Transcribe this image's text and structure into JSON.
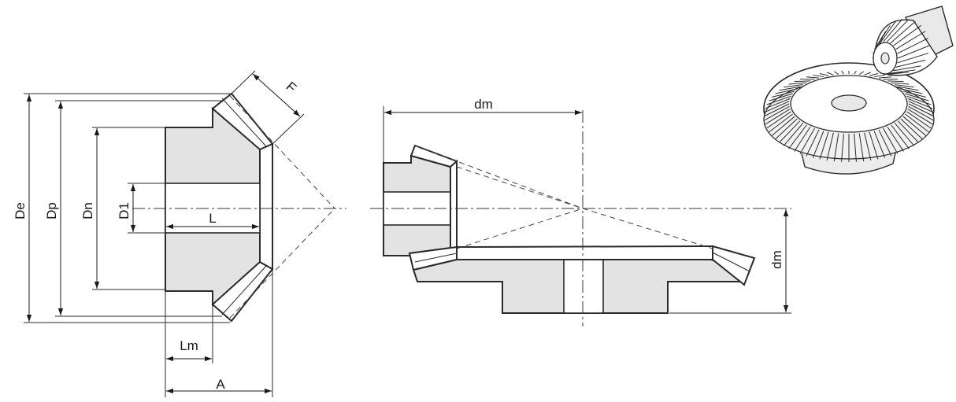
{
  "labels": {
    "De": "De",
    "Dp": "Dp",
    "Dn": "Dn",
    "D1": "D1",
    "L": "L",
    "Lm": "Lm",
    "A": "A",
    "F": "F",
    "dm_top": "dm",
    "dm_side": "dm"
  },
  "colors": {
    "section_fill": "#e3e3e3",
    "line": "#2a2a2a"
  },
  "icons": {
    "iso": "bevel-gear-pair-isometric-icon"
  }
}
